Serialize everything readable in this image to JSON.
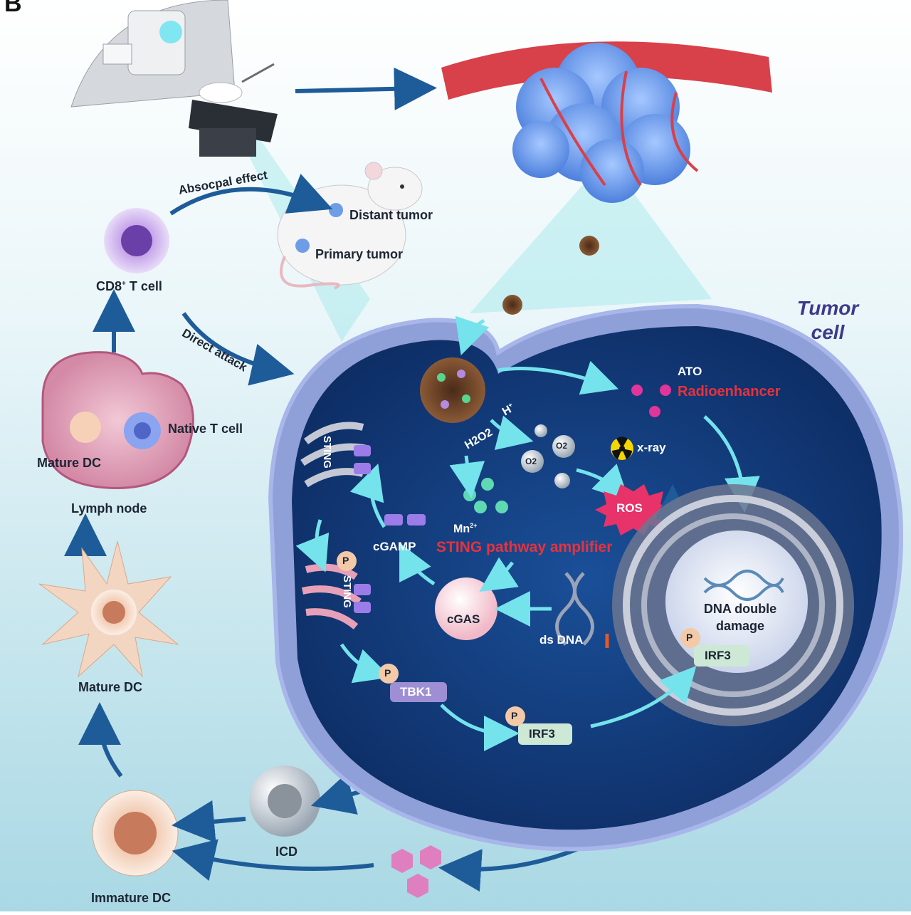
{
  "panel_letter": "B",
  "labels": {
    "absocpal_effect": "Absocpal effect",
    "distant_tumor": "Distant tumor",
    "primary_tumor": "Primary tumor",
    "cd8_t_cell_main": "CD8",
    "cd8_t_cell_sup": "+",
    "cd8_t_cell_rest": " T cell",
    "direct_attack": "Direct attack",
    "native_t_cell": "Native T cell",
    "mature_dc_top": "Mature DC",
    "lymph_node": "Lymph node",
    "mature_dc_mid": "Mature DC",
    "immature_dc": "Immature DC",
    "icd": "ICD",
    "tumor_cell_line1": "Tumor",
    "tumor_cell_line2": "cell",
    "ato": "ATO",
    "radioenhancer": "Radioenhancer",
    "h_plus": "H",
    "h_plus_sup": "+",
    "h2o2": "H2O2",
    "o2": "O2",
    "x_ray": "x-ray",
    "ros": "ROS",
    "mn2_main": "Mn",
    "mn2_sup": "2+",
    "sting_amplifier": "STING pathway amplifier",
    "cgamp": "cGAMP",
    "cgas": "cGAS",
    "sting_top": "STING",
    "sting_mid": "STING",
    "p": "P",
    "tbk1": "TBK1",
    "irf3_bottom": "IRF3",
    "irf3_nucleus": "IRF3",
    "ds_dna": "ds DNA",
    "dna_double_damage_line1": "DNA double",
    "dna_double_damage_line2": "damage"
  },
  "colors": {
    "background_top": "#ffffff",
    "background_bottom": "#b9e0ea",
    "cell_interior": "#123a78",
    "membrane": "#8f9fd8",
    "accent_red": "#e8323c",
    "arrow_blue": "#1e5c99",
    "arrow_cyan": "#6fe0ea",
    "label_dark": "#1c2533"
  }
}
